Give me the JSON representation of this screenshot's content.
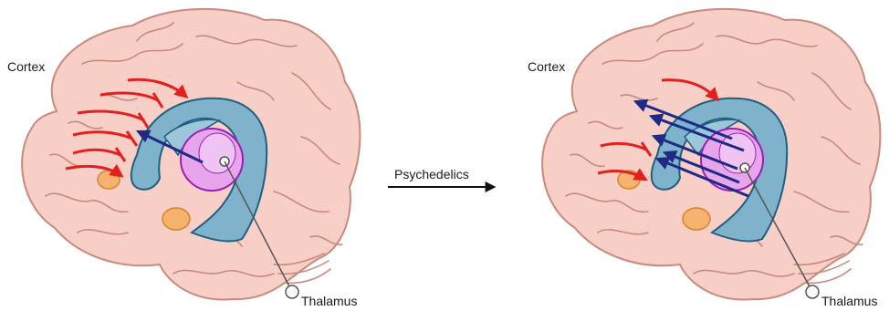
{
  "left_panel": {
    "cortex_label": "Cortex",
    "thalamus_label": "Thalamus"
  },
  "transition": {
    "label": "Psychedelics"
  },
  "right_panel": {
    "cortex_label": "Cortex",
    "thalamus_label": "Thalamus"
  },
  "colors": {
    "brain_fill": "#f7cfc7",
    "brain_outline": "#c9897d",
    "blue_structure": "#7fb3cc",
    "blue_outline": "#1f5f80",
    "thalamus_fill": "#e7a6ec",
    "thalamus_outline": "#9a1fb4",
    "nucleus_fill": "#f6b36d",
    "excitatory_arrow": "#e4201f",
    "thalamic_arrow": "#1d2a86",
    "background": "#ffffff"
  }
}
